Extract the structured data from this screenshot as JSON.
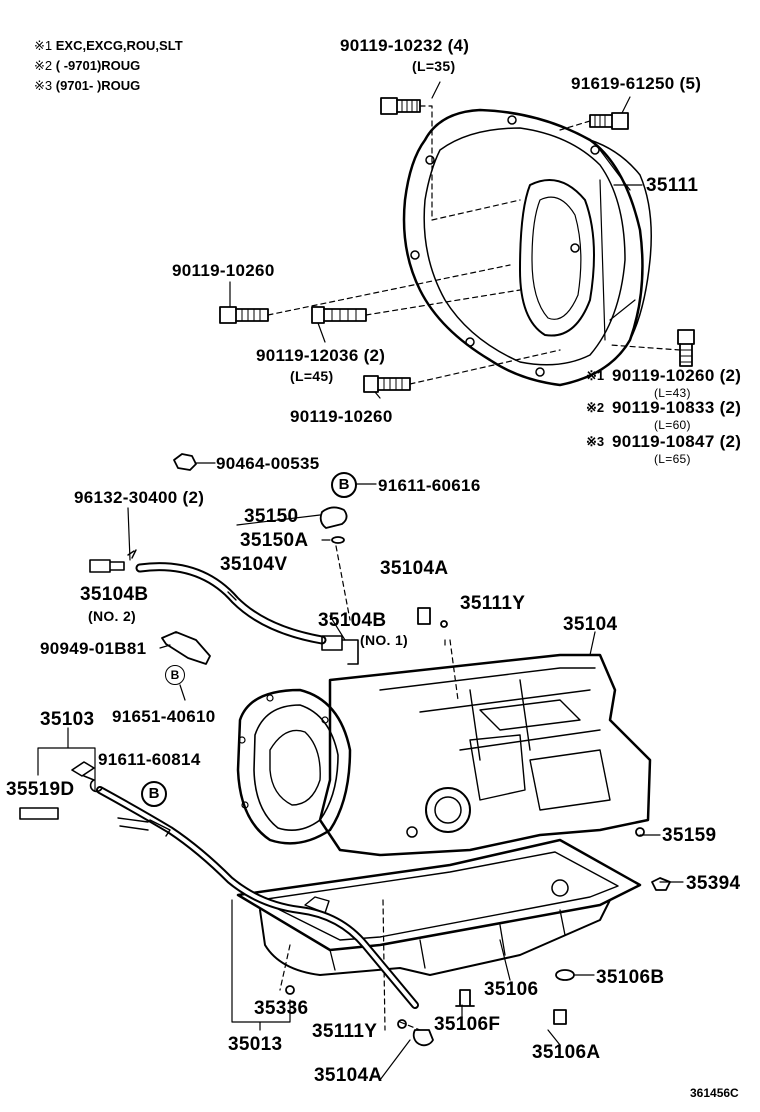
{
  "notes": [
    {
      "mark": "※1",
      "text": "EXC,EXCG,ROU,SLT"
    },
    {
      "mark": "※2",
      "text": "(       -9701)ROUG"
    },
    {
      "mark": "※3",
      "text": "(9701-       )ROUG"
    }
  ],
  "parts": {
    "p90119_10232": "90119-10232 (4)",
    "p90119_10232_len": "(L=35)",
    "p91619_61250": "91619-61250 (5)",
    "p35111": "35111",
    "p90119_10260_a": "90119-10260",
    "p90119_12036": "90119-12036 (2)",
    "p90119_12036_len": "(L=45)",
    "p90119_10260_b": "90119-10260",
    "p90119_10260_2": "90119-10260 (2)",
    "p90119_10260_2_len": "(L=43)",
    "p90119_10833": "90119-10833 (2)",
    "p90119_10833_len": "(L=60)",
    "p90119_10847": "90119-10847 (2)",
    "p90119_10847_len": "(L=65)",
    "p90464_00535": "90464-00535",
    "p91611_60616": "91611-60616",
    "p96132_30400": "96132-30400 (2)",
    "p35150": "35150",
    "p35150A": "35150A",
    "p35104V": "35104V",
    "p35104A_top": "35104A",
    "p35104B_no2": "35104B",
    "p35104B_no2_sub": "(NO. 2)",
    "p35111Y_top": "35111Y",
    "p35104": "35104",
    "p35104B_no1": "35104B",
    "p35104B_no1_sub": "(NO. 1)",
    "p90949_01B81": "90949-01B81",
    "p91651_40610": "91651-40610",
    "p35103": "35103",
    "p91611_60814": "91611-60814",
    "p35519D": "35519D",
    "p35159": "35159",
    "p35394": "35394",
    "p35106B": "35106B",
    "p35106": "35106",
    "p35336": "35336",
    "p35111Y_bot": "35111Y",
    "p35106F": "35106F",
    "p35013": "35013",
    "p35106A": "35106A",
    "p35104A_bot": "35104A"
  },
  "markers": {
    "b": "B",
    "m1": "※1",
    "m2": "※2",
    "m3": "※3"
  },
  "figure_code": "361456C"
}
